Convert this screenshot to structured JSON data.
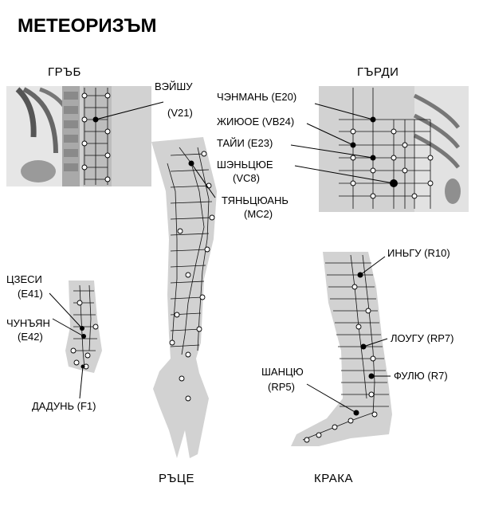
{
  "title": "МЕТЕОРИЗЪМ",
  "panels": {
    "back": {
      "heading": "ГРЪБ"
    },
    "chest": {
      "heading": "ГЪРДИ"
    },
    "arms": {
      "heading": "РЪЦЕ"
    },
    "legs": {
      "heading": "КРАКА"
    }
  },
  "points": [
    {
      "name": "ВЭЙШУ",
      "code": "(V21)"
    },
    {
      "name": "ЧЭНМАНЬ (E20)"
    },
    {
      "name": "ЖИЮОЕ (VB24)"
    },
    {
      "name": "ТАЙИ (E23)"
    },
    {
      "name": "ШЭНЬЦЮЕ",
      "code": "(VC8)"
    },
    {
      "name": "ТЯНЬЦЮАНЬ",
      "code": "(MC2)"
    },
    {
      "name": "ЦЗЕСИ",
      "code": "(E41)"
    },
    {
      "name": "ЧУНЪЯН",
      "code": "(E42)"
    },
    {
      "name": "ДАДУНЬ (F1)"
    },
    {
      "name": "ИНЬГУ (R10)"
    },
    {
      "name": "ЛОУГУ (RP7)"
    },
    {
      "name": "ФУЛЮ (R7)"
    },
    {
      "name": "ШАНЦЮ",
      "code": "(RP5)"
    }
  ]
}
